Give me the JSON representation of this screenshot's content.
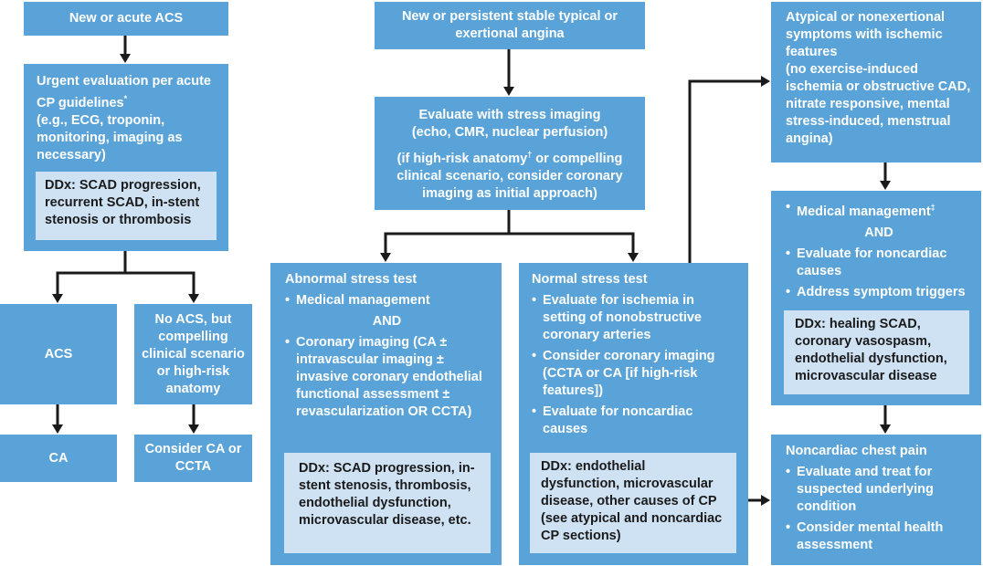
{
  "left": {
    "acs_title": "New or acute ACS",
    "urgent_line1": "Urgent evaluation per acute CP guidelines",
    "urgent_sup": "*",
    "urgent_line2": "(e.g., ECG, troponin, monitoring, imaging as necessary)",
    "urgent_ddx": "DDx: SCAD progression, recurrent SCAD, in-stent stenosis or thrombosis",
    "acs": "ACS",
    "no_acs": "No ACS, but compelling clinical scenario or high-risk anatomy",
    "ca": "CA",
    "consider": "Consider CA or CCTA"
  },
  "middle": {
    "stable_title": "New or persistent stable typical or exertional angina",
    "evaluate_line1": "Evaluate with stress imaging",
    "evaluate_line2": "(echo, CMR, nuclear perfusion)",
    "evaluate_line3a": "(if high-risk anatomy",
    "evaluate_sup": "†",
    "evaluate_line3b": " or compelling clinical scenario, consider coronary imaging as initial approach)",
    "abnormal_title": "Abnormal stress test",
    "abnormal_item1": "Medical management",
    "abnormal_and": "AND",
    "abnormal_item2": "Coronary imaging (CA ± intravascular imaging ± invasive coronary endothelial functional assessment ± revascularization OR CCTA)",
    "abnormal_ddx": "DDx: SCAD progression, in-stent stenosis, thrombosis, endothelial dysfunction, microvascular disease, etc.",
    "normal_title": "Normal stress test",
    "normal_item1": "Evaluate for ischemia in setting of nonobstructive coronary arteries",
    "normal_item2": "Consider coronary imaging (CCTA or CA [if high-risk features])",
    "normal_item3": "Evaluate for noncardiac causes",
    "normal_ddx": "DDx: endothelial dysfunction, microvascular disease, other causes of CP (see atypical and noncardiac CP sections)"
  },
  "right": {
    "atypical_title": "Atypical or nonexertional symptoms with ischemic features",
    "atypical_detail": "(no exercise-induced ischemia or obstructive CAD, nitrate responsive, mental stress-induced, menstrual angina)",
    "medical_item1": "Medical management",
    "medical_sup": "‡",
    "medical_and": "AND",
    "medical_item2": "Evaluate for noncardiac causes",
    "medical_item3": "Address symptom triggers",
    "medical_ddx": "DDx: healing SCAD, coronary vasospasm, endothelial dysfunction, microvascular disease",
    "noncardiac_title": "Noncardiac chest pain",
    "noncardiac_item1": "Evaluate and treat for suspected underlying condition",
    "noncardiac_item2": "Consider mental health assessment"
  },
  "colors": {
    "box": "#5aa3d8",
    "ddx": "#cfe2f4",
    "arrow": "#1a1a1a"
  }
}
